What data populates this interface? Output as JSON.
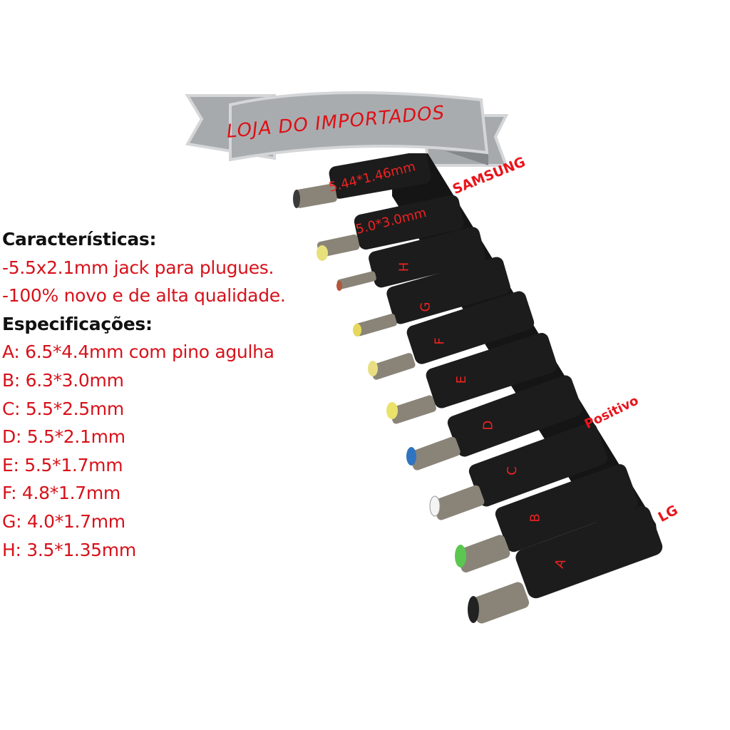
{
  "banner": {
    "text": "LOJA DO IMPORTADOS",
    "ribbon_color": "#a7aaad",
    "ribbon_dark": "#8a8d90",
    "text_color": "#dd1015"
  },
  "specs": {
    "heading_characteristics": "Características:",
    "characteristics": [
      "-5.5x2.1mm jack para plugues.",
      "-100% novo e de alta qualidade."
    ],
    "heading_specifications": "Especificações:",
    "specifications": [
      "A: 6.5*4.4mm com pino agulha",
      "B: 6.3*3.0mm",
      "C: 5.5*2.5mm",
      "D: 5.5*2.1mm",
      "E: 5.5*1.7mm",
      "F: 4.8*1.7mm",
      "G: 4.0*1.7mm",
      "H: 3.5*1.35mm"
    ],
    "text_red": "#d7111a"
  },
  "product": {
    "tips": [
      {
        "label": "5.44*1.46mm",
        "tip_color": "#3a3a3a"
      },
      {
        "label": "5.0*3.0mm",
        "tip_color": "#e8e07a"
      },
      {
        "label": "H",
        "tip_color": "#b5553a"
      },
      {
        "label": "G",
        "tip_color": "#e6d85c"
      },
      {
        "label": "F",
        "tip_color": "#e9df82"
      },
      {
        "label": "E",
        "tip_color": "#ebe26a"
      },
      {
        "label": "D",
        "tip_color": "#2f74c0"
      },
      {
        "label": "C",
        "tip_color": "#f4f4f4"
      },
      {
        "label": "B",
        "tip_color": "#5cc750"
      },
      {
        "label": "A",
        "tip_color": "#222222"
      }
    ],
    "brands": {
      "samsung": "SAMSUNG",
      "positivo": "Positivo",
      "lg": "LG"
    }
  }
}
